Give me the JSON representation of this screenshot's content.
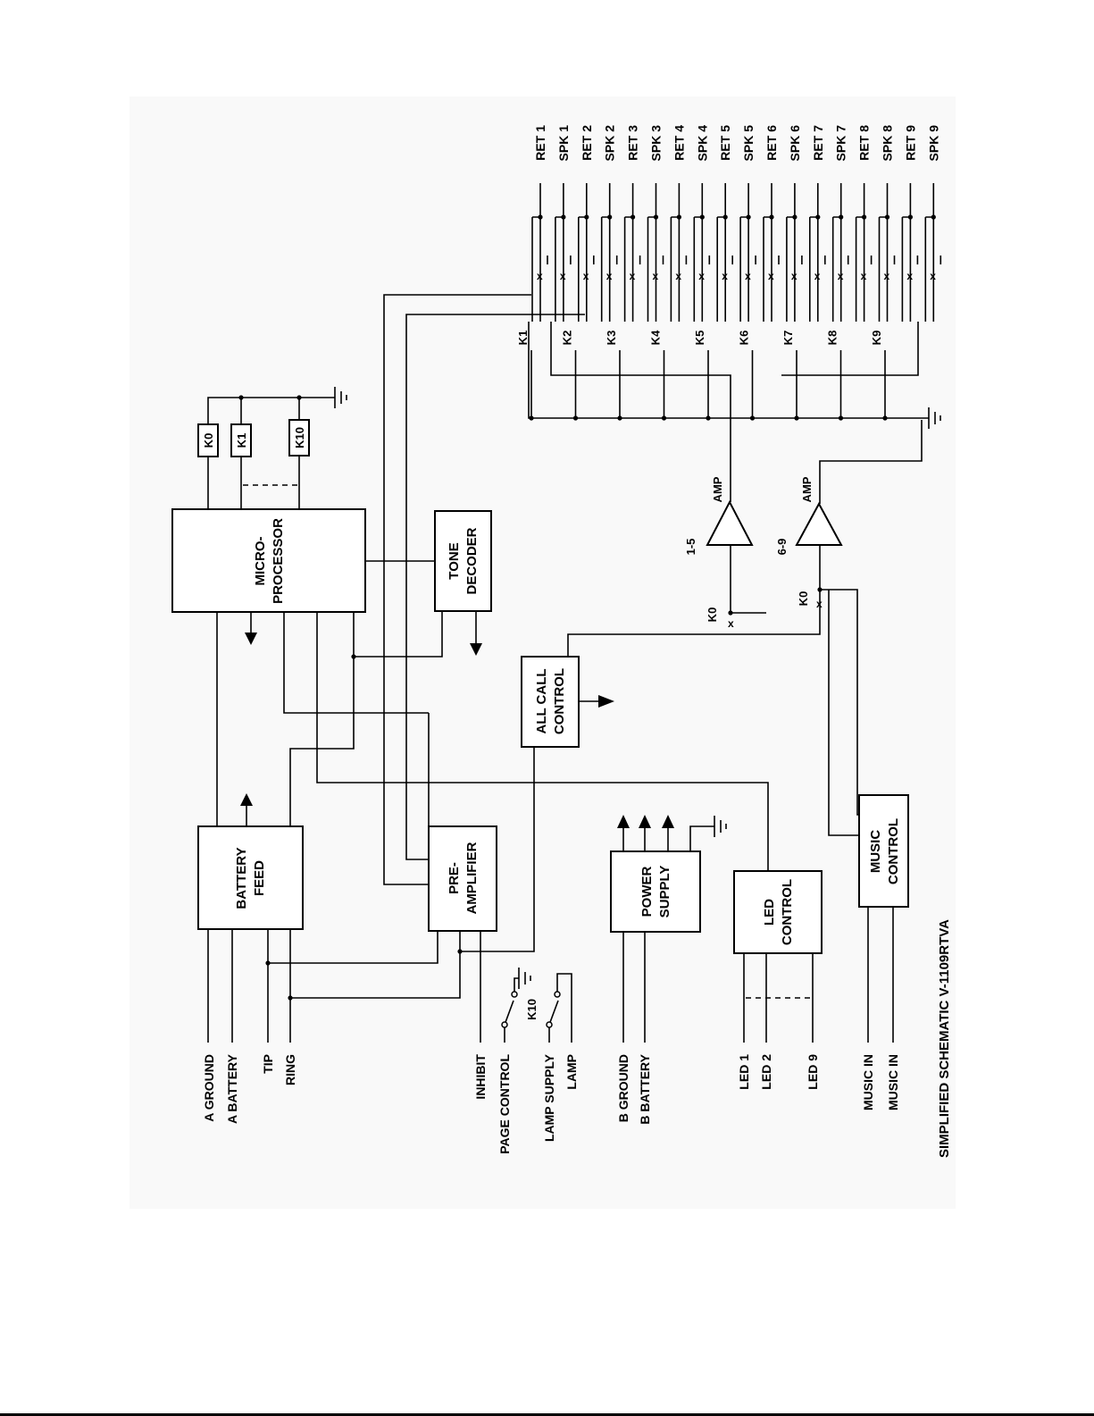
{
  "title": "SIMPLIFIED SCHEMATIC V-1109RTVA",
  "blocks": {
    "microprocessor": [
      "MICRO-",
      "PROCESSOR"
    ],
    "tone_decoder": [
      "TONE",
      "DECODER"
    ],
    "all_call_control": [
      "ALL CALL",
      "CONTROL"
    ],
    "battery_feed": [
      "BATTERY",
      "FEED"
    ],
    "pre_amplifier": [
      "PRE-",
      "AMPLIFIER"
    ],
    "power_supply": [
      "POWER",
      "SUPPLY"
    ],
    "led_control": [
      "LED",
      "CONTROL"
    ],
    "music_control": [
      "MUSIC",
      "CONTROL"
    ]
  },
  "relays": {
    "k0": "K0",
    "k1": "K1",
    "k10": "K10",
    "zone_relays": [
      "K1",
      "K2",
      "K3",
      "K4",
      "K5",
      "K6",
      "K7",
      "K8",
      "K9"
    ],
    "k0_contact_a": "K0",
    "k0_contact_b": "K0",
    "k10_switch": "K10"
  },
  "amplifiers": [
    {
      "label": "AMP",
      "zones": "1-5"
    },
    {
      "label": "AMP",
      "zones": "6-9"
    }
  ],
  "outputs": [
    "RET 1",
    "SPK 1",
    "RET 2",
    "SPK 2",
    "RET 3",
    "SPK 3",
    "RET 4",
    "SPK 4",
    "RET 5",
    "SPK 5",
    "RET 6",
    "SPK 6",
    "RET 7",
    "SPK 7",
    "RET 8",
    "SPK 8",
    "RET 9",
    "SPK 9"
  ],
  "inputs": {
    "a_ground": "A GROUND",
    "a_battery": "A BATTERY",
    "tip": "TIP",
    "ring": "RING",
    "inhibit": "INHIBIT",
    "page_control": "PAGE CONTROL",
    "lamp_supply": "LAMP SUPPLY",
    "lamp": "LAMP",
    "b_ground": "B GROUND",
    "b_battery": "B BATTERY",
    "led_1": "LED 1",
    "led_2": "LED 2",
    "led_9": "LED 9",
    "music_in_1": "MUSIC IN",
    "music_in_2": "MUSIC IN"
  }
}
